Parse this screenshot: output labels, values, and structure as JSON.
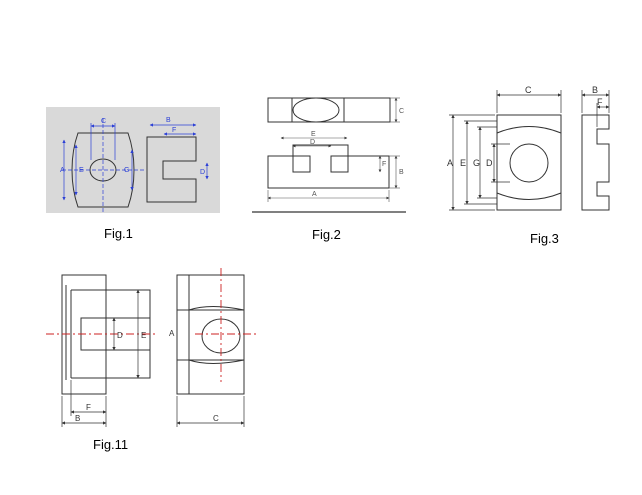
{
  "figures": {
    "fig1": {
      "caption": "Fig.1",
      "labels": {
        "A": "A",
        "C": "C",
        "D": "D",
        "E": "E",
        "G": "G",
        "B": "B",
        "F": "F"
      }
    },
    "fig2": {
      "caption": "Fig.2",
      "labels": {
        "C": "C",
        "E": "E",
        "D": "D",
        "F": "F",
        "B": "B",
        "A": "A"
      }
    },
    "fig3": {
      "caption": "Fig.3",
      "labels": {
        "C": "C",
        "B": "B",
        "F": "F",
        "A": "A",
        "E": "E",
        "G": "G",
        "D": "D"
      }
    },
    "fig11": {
      "caption": "Fig.11",
      "labels": {
        "D": "D",
        "E": "E",
        "F": "F",
        "B": "B",
        "A": "A",
        "C": "C"
      }
    }
  },
  "colors": {
    "line": "#333333",
    "dimension_blue": "#2b3fd6",
    "centerline_red": "#cc2222",
    "fig1_background": "#d9d9d9"
  }
}
